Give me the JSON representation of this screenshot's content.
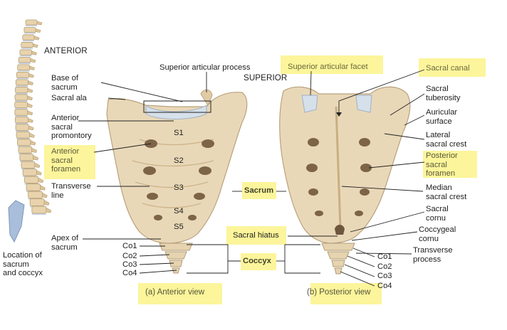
{
  "headings": {
    "anterior": "ANTERIOR",
    "superior": "SUPERIOR"
  },
  "labels": {
    "base_of_sacrum": "Base of\nsacrum",
    "sacral_ala": "Sacral ala",
    "anterior_sacral_promontory": "Anterior\nsacral\npromontory",
    "anterior_sacral_foramen": "Anterior\nsacral\nforamen",
    "transverse_line": "Transverse\nline",
    "apex_of_sacrum": "Apex of\nsacrum",
    "superior_articular_process": "Superior articular process",
    "location": "Location of\nsacrum\nand coccyx",
    "sacrum": "Sacrum",
    "coccyx": "Coccyx",
    "sacral_hiatus": "Sacral hiatus",
    "superior_articular_facet": "Superior articular facet",
    "sacral_canal": "Sacral canal",
    "sacral_tuberosity": "Sacral\ntuberosity",
    "auricular_surface": "Auricular\nsurface",
    "lateral_sacral_crest": "Lateral\nsacral crest",
    "posterior_sacral_foramen": "Posterior\nsacral\nforamen",
    "median_sacral_crest": "Median\nsacral crest",
    "sacral_cornu": "Sacral\ncornu",
    "coccygeal_cornu": "Coccygeal\ncornu",
    "transverse_process": "Transverse\nprocess"
  },
  "segments": {
    "s1": "S1",
    "s2": "S2",
    "s3": "S3",
    "s4": "S4",
    "s5": "S5",
    "co1": "Co1",
    "co2": "Co2",
    "co3": "Co3",
    "co4": "Co4"
  },
  "captions": {
    "anterior_view": "(a) Anterior view",
    "posterior_view": "(b) Posterior view"
  },
  "colors": {
    "bone": "#e9d8b8",
    "bone_outline": "#b9a27d",
    "foramen": "#7d6448",
    "cartilage": "#d5e0ea",
    "highlighter": "#fbf38a"
  }
}
